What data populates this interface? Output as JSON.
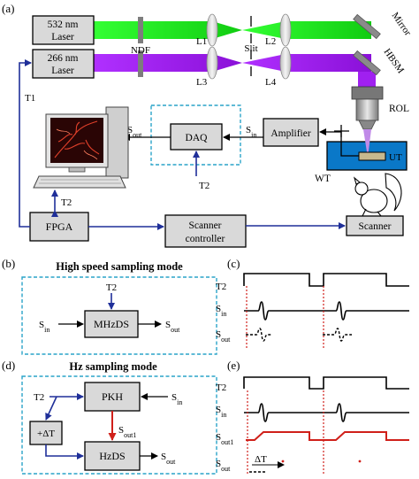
{
  "panel_letters": {
    "a": "(a)",
    "b": "(b)",
    "c": "(c)",
    "d": "(d)",
    "e": "(e)"
  },
  "a": {
    "laser532": [
      "532 nm",
      "Laser"
    ],
    "laser266": [
      "266 nm",
      "Laser"
    ],
    "ndf": "NDF",
    "l1": "L1",
    "l2": "L2",
    "l3": "L3",
    "l4": "L4",
    "slit": "Slit",
    "mirror": "Mirror",
    "hbsm": "HBSM",
    "rol": "ROL",
    "t1": "T1",
    "amplifier": "Amplifier",
    "daq": "DAQ",
    "sin": "S",
    "sin_sub": "in",
    "sout": "S",
    "sout_sub": "out",
    "t2_daq": "T2",
    "t2_fpga": "T2",
    "fpga": "FPGA",
    "scanner_controller": [
      "Scanner",
      "controller"
    ],
    "scanner": "Scanner",
    "ut": "UT",
    "wt": "WT"
  },
  "b": {
    "title": "High speed sampling mode",
    "t2": "T2",
    "block": "MHzDS",
    "sin": "S",
    "sin_sub": "in",
    "sout": "S",
    "sout_sub": "out"
  },
  "c": {
    "rows": [
      [
        "T2",
        ""
      ],
      [
        "S",
        "in"
      ],
      [
        "S",
        "out"
      ]
    ]
  },
  "d": {
    "title": "Hz sampling mode",
    "t2": "T2",
    "pkh": "PKH",
    "hzds": "HzDS",
    "delta": "+ΔT",
    "sin": "S",
    "sin_sub": "in",
    "sout1": "S",
    "sout1_sub": "out1",
    "sout": "S",
    "sout_sub": "out"
  },
  "e": {
    "rows": [
      [
        "T2",
        ""
      ],
      [
        "S",
        "in"
      ],
      [
        "S",
        "out1"
      ],
      [
        "S",
        "out"
      ]
    ],
    "delta": "ΔT"
  },
  "colors": {
    "green_beam": "#22dd22",
    "purple_beam": "#a020f0",
    "arrow_blue": "#1f2f99",
    "arrow_red": "#d0201a",
    "dashed_box": "#2aa4c9",
    "water": "#0a78c8"
  }
}
